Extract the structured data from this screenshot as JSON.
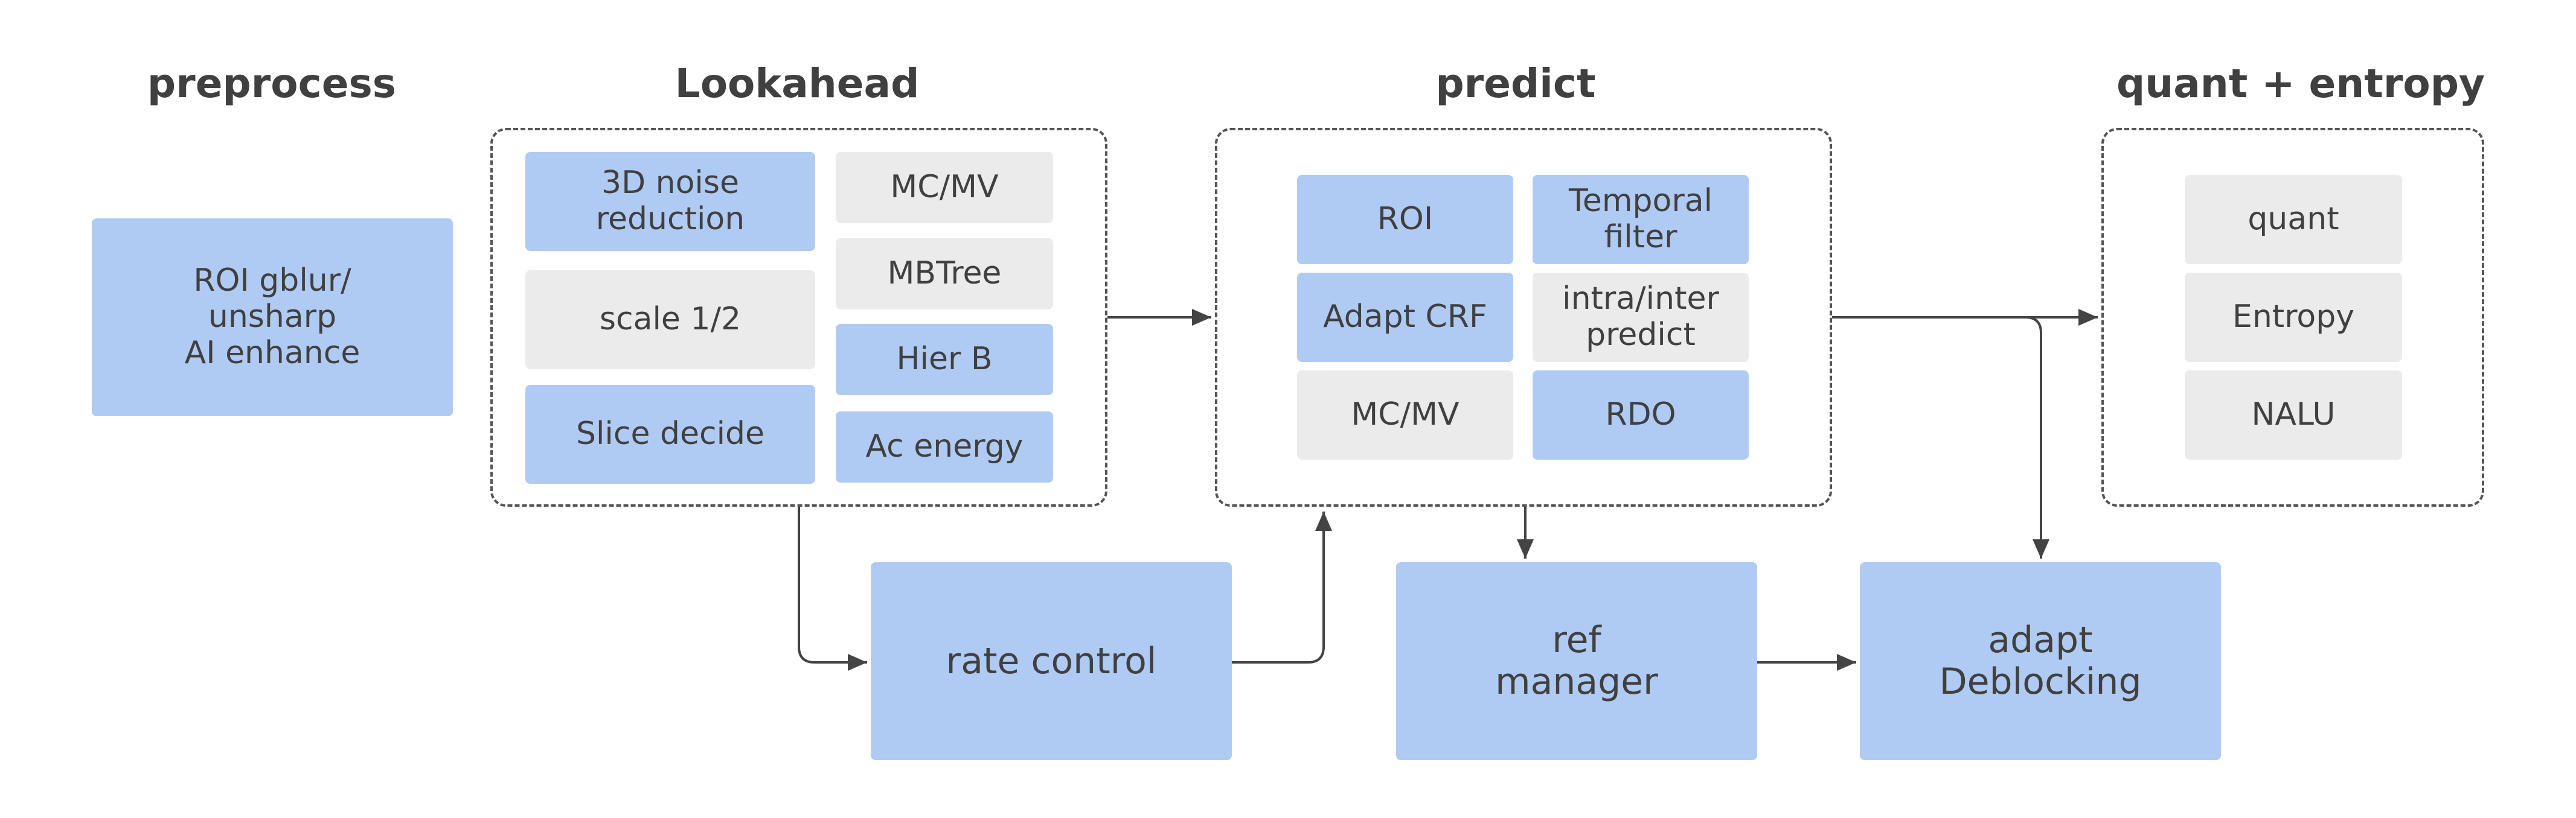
{
  "titles": {
    "preprocess": "preprocess",
    "lookahead": "Lookahead",
    "predict": "predict",
    "quant_entropy": "quant + entropy"
  },
  "preprocess": {
    "box": "ROI gblur/\nunsharp\nAI enhance"
  },
  "lookahead": {
    "noise": "3D noise\nreduction",
    "scale": "scale 1/2",
    "slice": "Slice decide",
    "mcmv": "MC/MV",
    "mbtree": "MBTree",
    "hierb": "Hier B",
    "ac": "Ac energy"
  },
  "predict": {
    "roi": "ROI",
    "temporal": "Temporal\nfilter",
    "adapt_crf": "Adapt CRF",
    "intra_inter": "intra/inter\npredict",
    "mcmv": "MC/MV",
    "rdo": "RDO"
  },
  "quant_entropy": {
    "quant": "quant",
    "entropy": "Entropy",
    "nalu": "NALU"
  },
  "bottom": {
    "rate_control": "rate control",
    "ref_manager": "ref\nmanager",
    "deblocking": "adapt\nDeblocking"
  },
  "colors": {
    "blue": "#b0cbf3",
    "gray": "#ebebeb",
    "line": "#444444"
  }
}
